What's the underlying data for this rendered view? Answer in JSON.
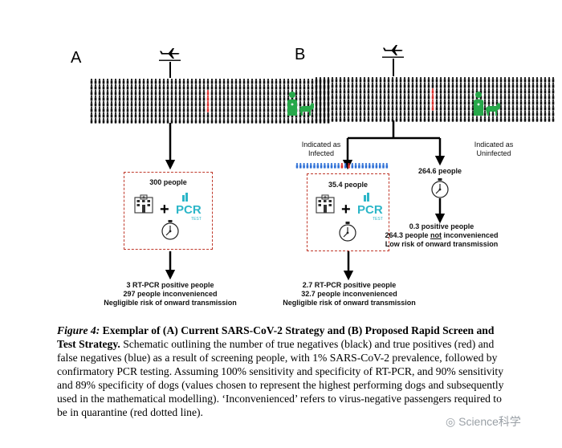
{
  "panels": {
    "a": {
      "letter": "A",
      "box_count": "300 people",
      "result_lines": [
        "3 RT-PCR positive people",
        "297 people inconvenienced",
        "Negligible risk of onward transmission"
      ]
    },
    "b": {
      "letter": "B",
      "branch_infected": "Indicated as\nInfected",
      "branch_uninfected": "Indicated as\nUninfected",
      "box_count": "35.4 people",
      "uninfected_count": "264.6 people",
      "uninfected_result_lines": {
        "line1": "0.3 positive people",
        "line2_pre": "264.3 people ",
        "line2_not": "not",
        "line2_post": " inconvenienced",
        "line3": "Low risk of onward transmission"
      },
      "result_lines": [
        "2.7 RT-PCR positive people",
        "32.7 people inconvenienced",
        "Negligible risk of onward transmission"
      ]
    }
  },
  "icons": {
    "pcr_label": "PCR",
    "pcr_sub": "TEST",
    "plus": "+"
  },
  "caption": {
    "label": "Figure 4:",
    "title": "Exemplar of (A) Current SARS-CoV-2 Strategy and (B) Proposed Rapid Screen and Test Strategy.",
    "body": "Schematic outlining the number of true negatives (black) and true positives (red) and false negatives (blue) as a result of screening people, with 1% SARS-CoV-2 prevalence, followed by confirmatory PCR testing. Assuming 100% sensitivity and specificity of RT-PCR, and 90% sensitivity and 89% specificity of dogs (values chosen to represent the highest performing dogs and subsequently used in the mathematical modelling). ‘Inconvenienced’ refers to virus-negative passengers required to be in quarantine (red dotted line)."
  },
  "watermark": "Science科学",
  "colors": {
    "true_negative": "#111111",
    "true_positive": "#d9302c",
    "false_negative": "#2d6fd6",
    "dashed_box": "#c0392b",
    "dog_green": "#27a84a",
    "pcr_teal": "#2cb6c8"
  }
}
